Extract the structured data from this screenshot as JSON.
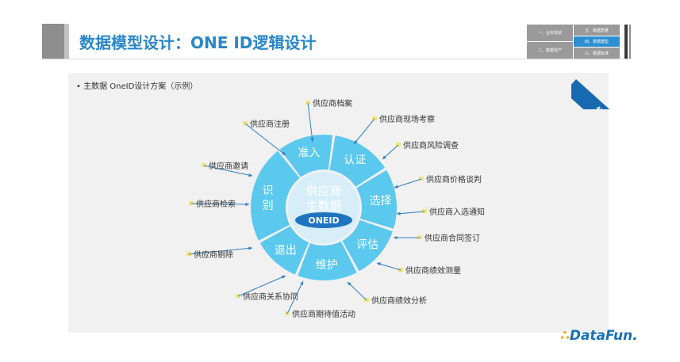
{
  "header": {
    "title": "数据模型设计：ONE ID逻辑设计"
  },
  "nav": {
    "cells": [
      "一、业务现状",
      "二、数据资产",
      "五、数据质量",
      "四、数据模型",
      "三、数据标准"
    ],
    "active_index": 3,
    "colors": {
      "normal": "#9a9a9a",
      "active": "#2e8fd0"
    }
  },
  "ribbon": {
    "label": "样例"
  },
  "bullet": {
    "text": "主数据 OneID设计方案（示例）"
  },
  "diagram": {
    "center": {
      "line1": "供应商",
      "line2": "主数据",
      "badge": "ONEID"
    },
    "segments": [
      "准入",
      "认证",
      "选择",
      "评估",
      "维护",
      "退出",
      "识别"
    ],
    "labels": [
      "供应商档案",
      "供应商注册",
      "供应商现场考察",
      "供应商风险调查",
      "供应商邀请",
      "供应商价格谈判",
      "供应商检索",
      "供应商入选通知",
      "供应商合同签订",
      "供应商剔除",
      "供应商绩效测量",
      "供应商关系协同",
      "供应商绩效分析",
      "供应商期待值活动"
    ],
    "colors": {
      "ring": "#5bc8ee",
      "center": "#d7eef9",
      "badge": "#1f74c0",
      "arrow": "#2f7fc1",
      "marker": "#f3e37a"
    }
  },
  "logo": {
    "brand": "DataFun."
  }
}
